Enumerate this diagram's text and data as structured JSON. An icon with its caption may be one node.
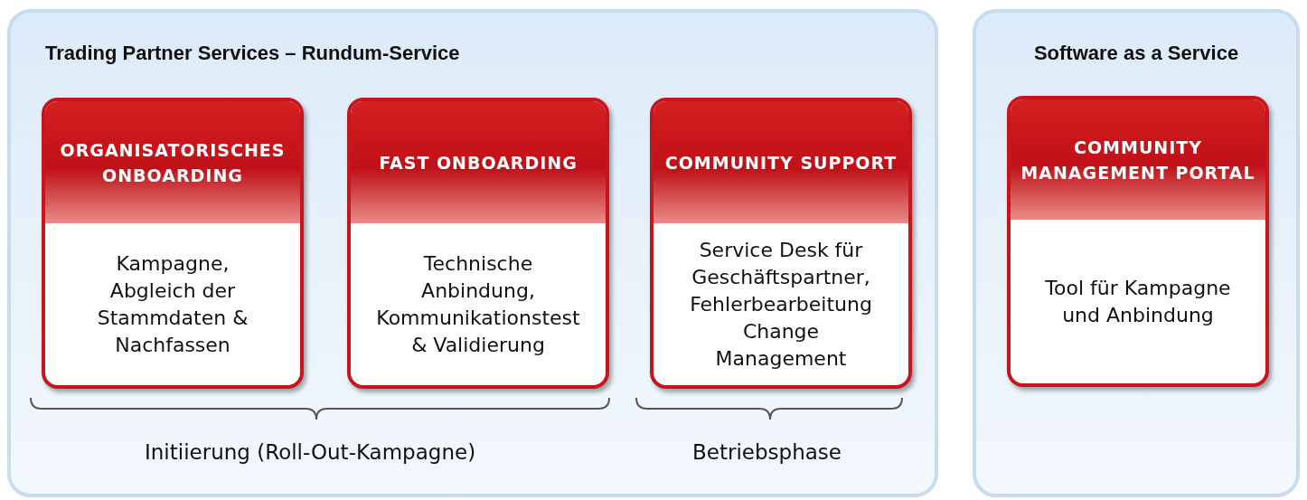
{
  "diagram": {
    "nodes": [
      {
        "text": [
          "Trading Partner Services – Rundum-Service"
        ]
      },
      {
        "text": [
          "ORGANISATORISCHES ONBOARDING",
          "Kampagne, Abgleich der Stammdaten & Nachfassen"
        ],
        "in": 0
      },
      {
        "text": [
          "FAST ONBOARDING",
          "Technische Anbindung, Kommunikationstest & Validierung"
        ],
        "in": 0
      },
      {
        "text": [
          "COMMUNITY SUPPORT",
          "Service Desk für Geschäftspartner, Fehlerbearbeitung Change Management"
        ],
        "in": 0
      },
      {
        "text": [
          "Software as a Service"
        ]
      },
      {
        "text": [
          "COMMUNITY MANAGEMENT PORTAL",
          "Tool für Kampagne und Anbindung"
        ],
        "in": 4
      }
    ],
    "labels": [
      "Initiierung (Roll-Out-Kampagne)",
      "Betriebsphase"
    ]
  }
}
